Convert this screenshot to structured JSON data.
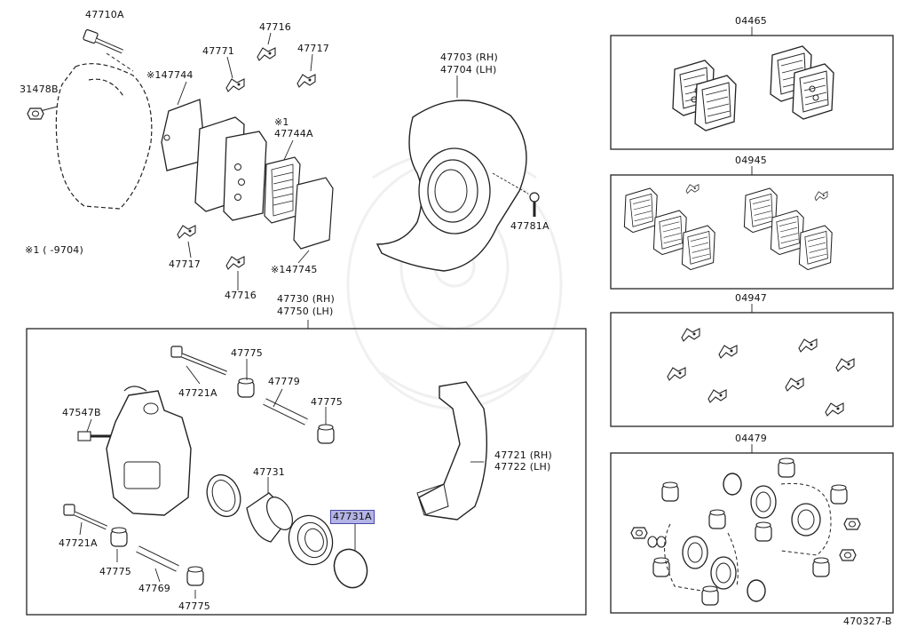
{
  "diagram": {
    "part_labels": {
      "p47710A": "47710A",
      "p31478B": "31478B",
      "p147744": "※147744",
      "p47771": "47771",
      "p47716_top": "47716",
      "p47717_top": "47717",
      "p1_mark": "※1",
      "p47744A": "47744A",
      "p47703": "47703 (RH)",
      "p47704": "47704 (LH)",
      "p47781A": "47781A",
      "p1_range": "※1 (     -9704)",
      "p47717_bot": "47717",
      "p47716_bot": "47716",
      "p147745": "※147745",
      "p47730": "47730 (RH)",
      "p47750": "47750 (LH)",
      "p47775_a": "47775",
      "p47721A_a": "47721A",
      "p47779": "47779",
      "p47775_b": "47775",
      "p47547B": "47547B",
      "p47731": "47731",
      "p47731A": "47731A",
      "p47721": "47721 (RH)",
      "p47722": "47722 (LH)",
      "p47721A_b": "47721A",
      "p47775_c": "47775",
      "p47769": "47769",
      "p47775_d": "47775"
    },
    "kits": {
      "k04465": "04465",
      "k04945": "04945",
      "k04947": "04947",
      "k04479": "04479"
    },
    "figure_id": "470327-B",
    "highlight_color": "#b3b3e6"
  }
}
